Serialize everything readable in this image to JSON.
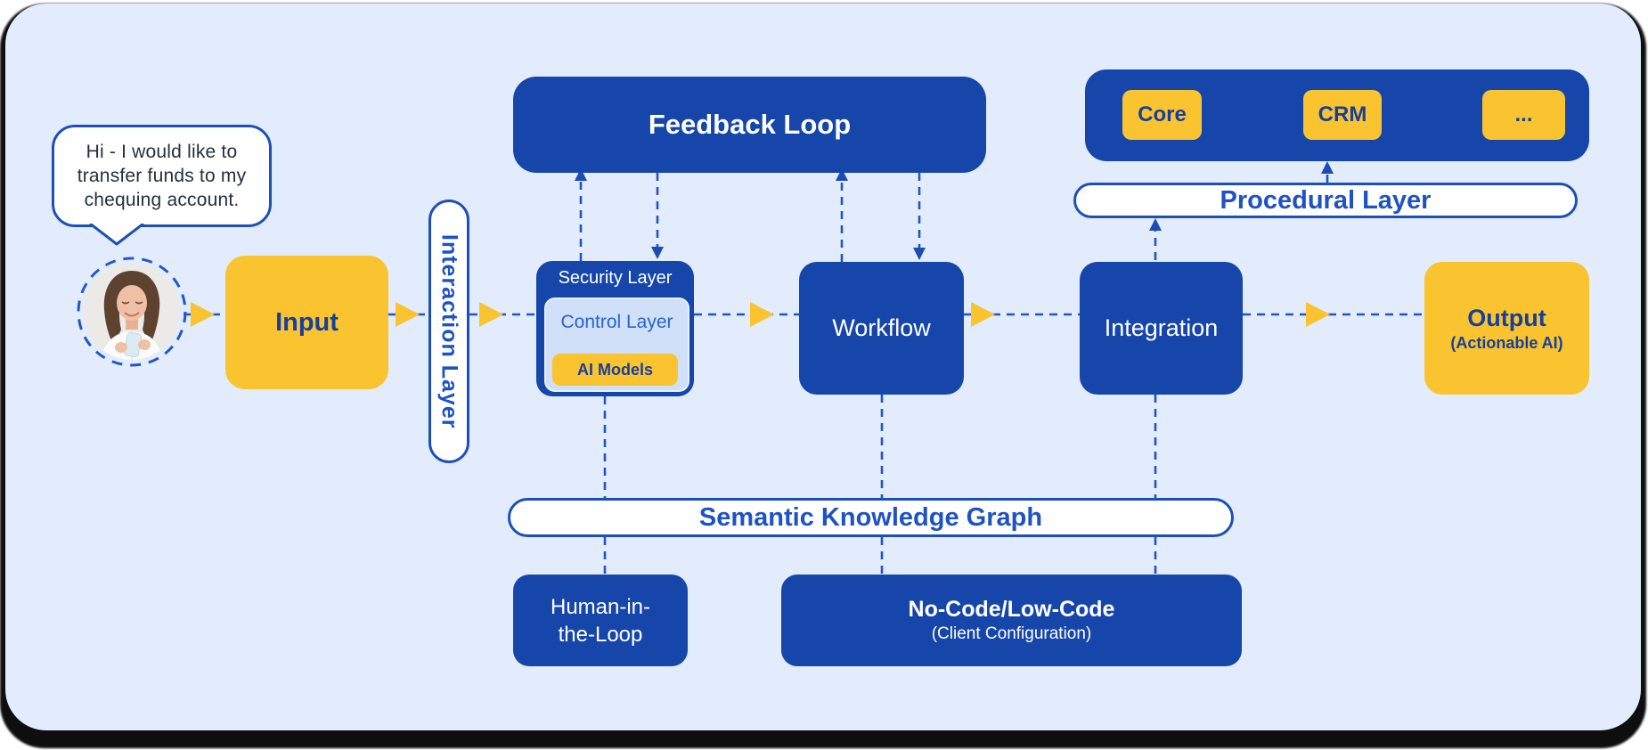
{
  "colors": {
    "canvas_background": "#e2ecfc",
    "box_blue": "#1646aa",
    "accent_yellow": "#f9c42f",
    "connector_blue": "#2355c2",
    "pill_text_blue": "#1e52c5",
    "dark_blue_text": "#163f9e"
  },
  "speech_bubble": {
    "line1": "Hi - I would like to",
    "line2": "transfer funds to my",
    "line3": "chequing account."
  },
  "nodes": {
    "input": {
      "label": "Input"
    },
    "interaction_layer": {
      "label": "Interaction Layer"
    },
    "security_layer": {
      "label": "Security Layer"
    },
    "control_layer": {
      "label": "Control Layer"
    },
    "ai_models": {
      "label": "AI Models"
    },
    "feedback_loop": {
      "label": "Feedback Loop"
    },
    "workflow": {
      "label": "Workflow"
    },
    "integration": {
      "label": "Integration"
    },
    "integrations_bar": {
      "items": [
        {
          "label": "Core"
        },
        {
          "label": "CRM"
        },
        {
          "label": "..."
        }
      ]
    },
    "procedural_layer": {
      "label": "Procedural Layer"
    },
    "output": {
      "label": "Output",
      "sublabel": "(Actionable AI)"
    },
    "semantic_knowledge_graph": {
      "label": "Semantic Knowledge Graph"
    },
    "human_in_the_loop": {
      "label_line1": "Human-in-",
      "label_line2": "the-Loop"
    },
    "no_code_low_code": {
      "label": "No-Code/Low-Code",
      "sublabel": "(Client Configuration)"
    }
  }
}
